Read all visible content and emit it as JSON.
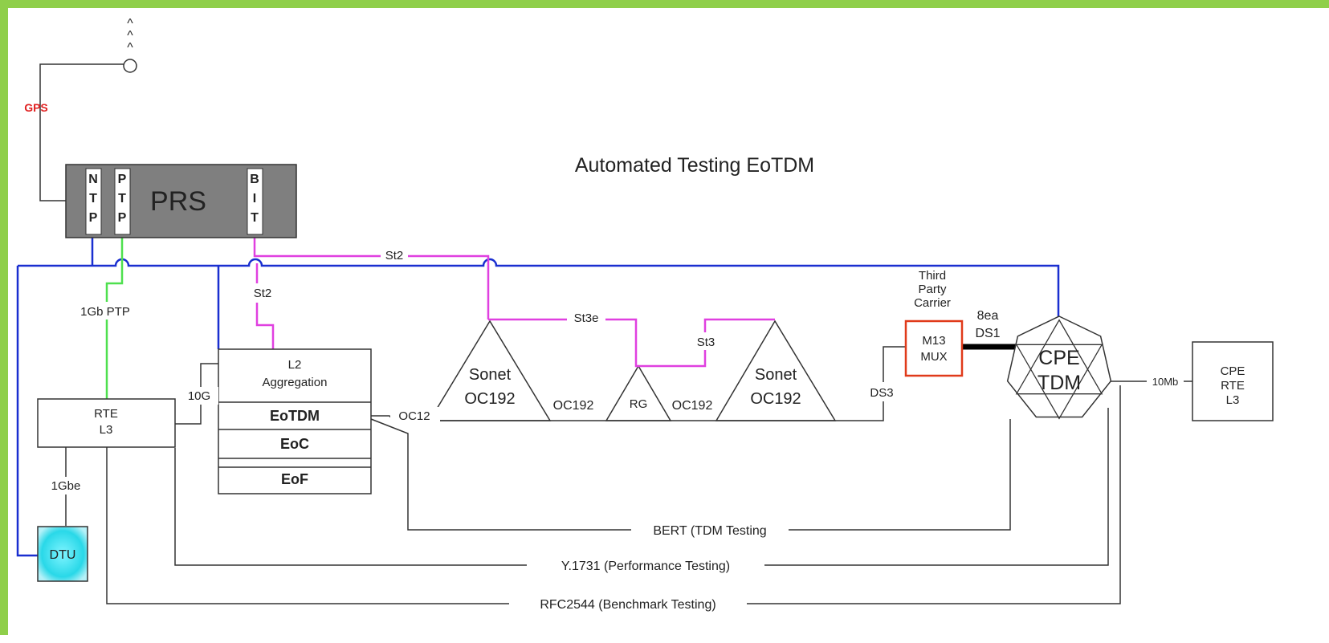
{
  "title": "Automated Testing EoTDM",
  "gps": {
    "label": "GPS",
    "antenna_glyph": "^\n^\n^",
    "color": "#e02020"
  },
  "prs": {
    "label": "PRS",
    "ports": [
      {
        "name": "ntp",
        "letters": "N\nT\nP"
      },
      {
        "name": "ptp",
        "letters": "P\nT\nP"
      },
      {
        "name": "bit",
        "letters": "B\nI\nT"
      }
    ]
  },
  "links": {
    "st2_top": "St2",
    "st2_down": "St2",
    "ptp_1gb": "1Gb PTP",
    "st3e": "St3e",
    "st3": "St3",
    "ten_g": "10G",
    "oc12": "OC12",
    "oc192_a": "OC192",
    "oc192_b": "OC192",
    "ds3": "DS3",
    "ds1": "8ea\nDS1",
    "ten_mb": "10Mb",
    "one_gbe": "1Gbe"
  },
  "nodes": {
    "rte_l3": "RTE\nL3",
    "dtu": "DTU",
    "l2": {
      "header": "L2\nAggregation",
      "rows": [
        "EoTDM",
        "EoC",
        "",
        "EoF"
      ]
    },
    "sonet_a": "Sonet\nOC192",
    "rg": "RG",
    "sonet_b": "Sonet\nOC192",
    "third_party": "Third\nParty\nCarrier",
    "m13": "M13\nMUX",
    "cpe_tdm": "CPE\nTDM",
    "cpe_rte": "CPE\nRTE\nL3"
  },
  "tests": {
    "bert": "BERT (TDM Testing",
    "y1731": "Y.1731 (Performance Testing)",
    "rfc2544": "RFC2544 (Benchmark Testing)"
  },
  "colors": {
    "frame": "#8fcf4a",
    "ntp_line": "#1a2fd0",
    "ptp_line": "#4ee04e",
    "bit_line": "#e040e0",
    "m13_border": "#e03a1a",
    "dtu_fill": "#29d8e8",
    "prs_fill": "#7f7f7f"
  }
}
